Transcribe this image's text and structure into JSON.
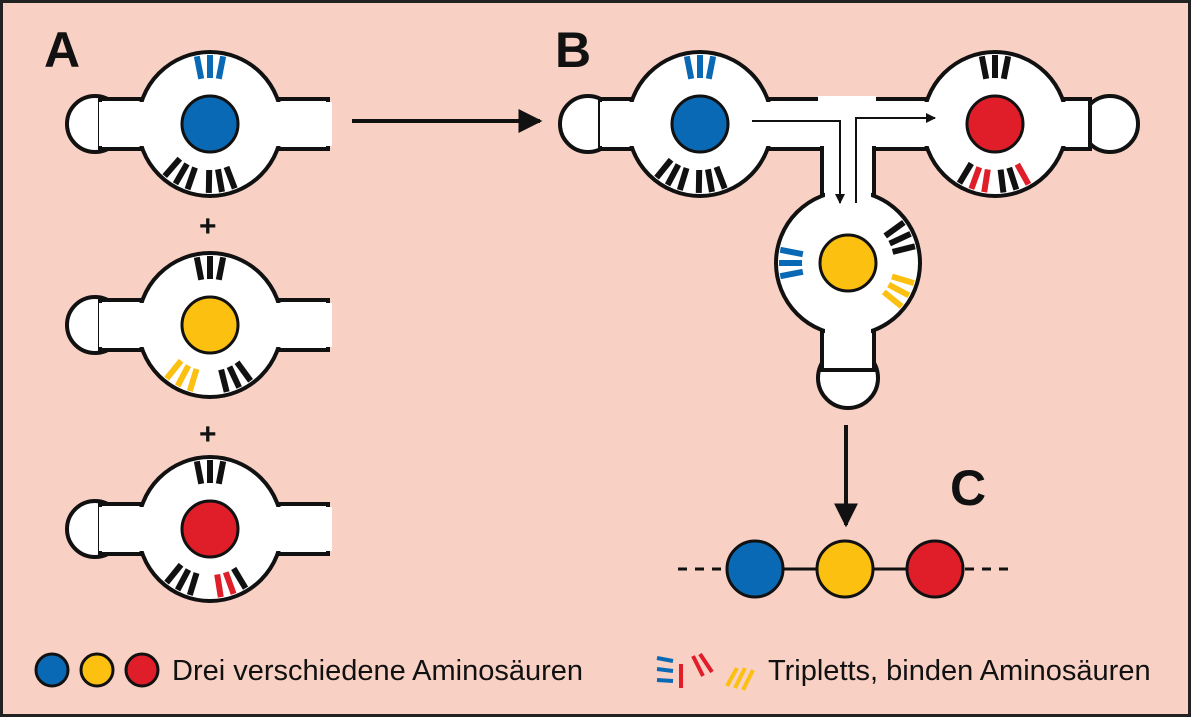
{
  "colors": {
    "background": "#f8d0c4",
    "frame": "#222222",
    "body_fill": "#ffffff",
    "outline": "#111111",
    "blue": "#0a69b4",
    "yellow": "#fcc010",
    "red": "#e01e2a",
    "black": "#111111"
  },
  "panels": {
    "a": "A",
    "b": "B",
    "c": "C"
  },
  "symbols": {
    "plus": "+"
  },
  "legend": {
    "amino_acids": "Drei verschiedene Aminosäuren",
    "triplets": "Tripletts, binden Aminosäuren"
  },
  "amino_acids": [
    "blue",
    "yellow",
    "red"
  ],
  "product_chain": [
    "blue",
    "yellow",
    "red"
  ]
}
